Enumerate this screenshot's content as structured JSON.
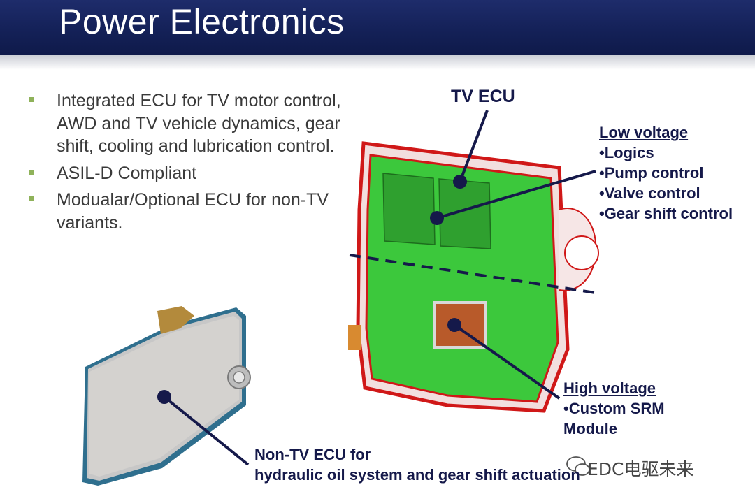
{
  "header": {
    "title": "Power Electronics"
  },
  "bullets": [
    "Integrated ECU for TV motor control, AWD and TV vehicle dynamics, gear shift, cooling and lubrication control.",
    "ASIL-D Compliant",
    "Modualar/Optional ECU for non-TV variants."
  ],
  "callouts": {
    "tv_ecu": "TV ECU",
    "low_voltage": {
      "heading": "Low voltage",
      "items": [
        "•Logics",
        "•Pump control",
        "•Valve control",
        "•Gear shift control"
      ]
    },
    "high_voltage": {
      "heading": "High voltage",
      "items": [
        "•Custom SRM",
        "Module"
      ]
    },
    "non_tv_ecu": [
      "Non-TV ECU for",
      "hydraulic oil system and gear shift actuation"
    ]
  },
  "watermark": "EDC电驱未来",
  "icons": [
    "wechat-icon"
  ],
  "colors": {
    "header": "#142158",
    "bullet_square": "#8fb25a",
    "callout_text": "#15194a",
    "pcb_green": "#3cc83c",
    "housing_red": "#e02020"
  }
}
